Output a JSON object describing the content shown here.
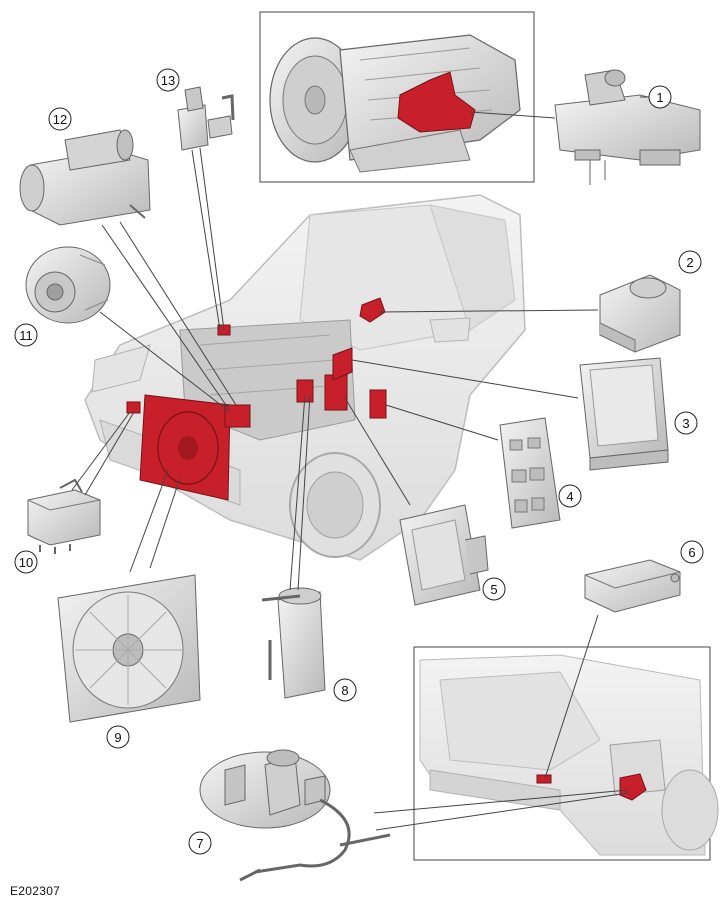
{
  "figure_id": "E202307",
  "colors": {
    "highlight": "#c8202a",
    "part_fill": "#d9d9d9",
    "part_stroke": "#555555",
    "car_fill": "#eeeeee",
    "leader": "#444444"
  },
  "callouts": [
    {
      "label": "1"
    },
    {
      "label": "2"
    },
    {
      "label": "3"
    },
    {
      "label": "4"
    },
    {
      "label": "5"
    },
    {
      "label": "6"
    },
    {
      "label": "7"
    },
    {
      "label": "8"
    },
    {
      "label": "9"
    },
    {
      "label": "10"
    },
    {
      "label": "11"
    },
    {
      "label": "12"
    },
    {
      "label": "13"
    }
  ]
}
